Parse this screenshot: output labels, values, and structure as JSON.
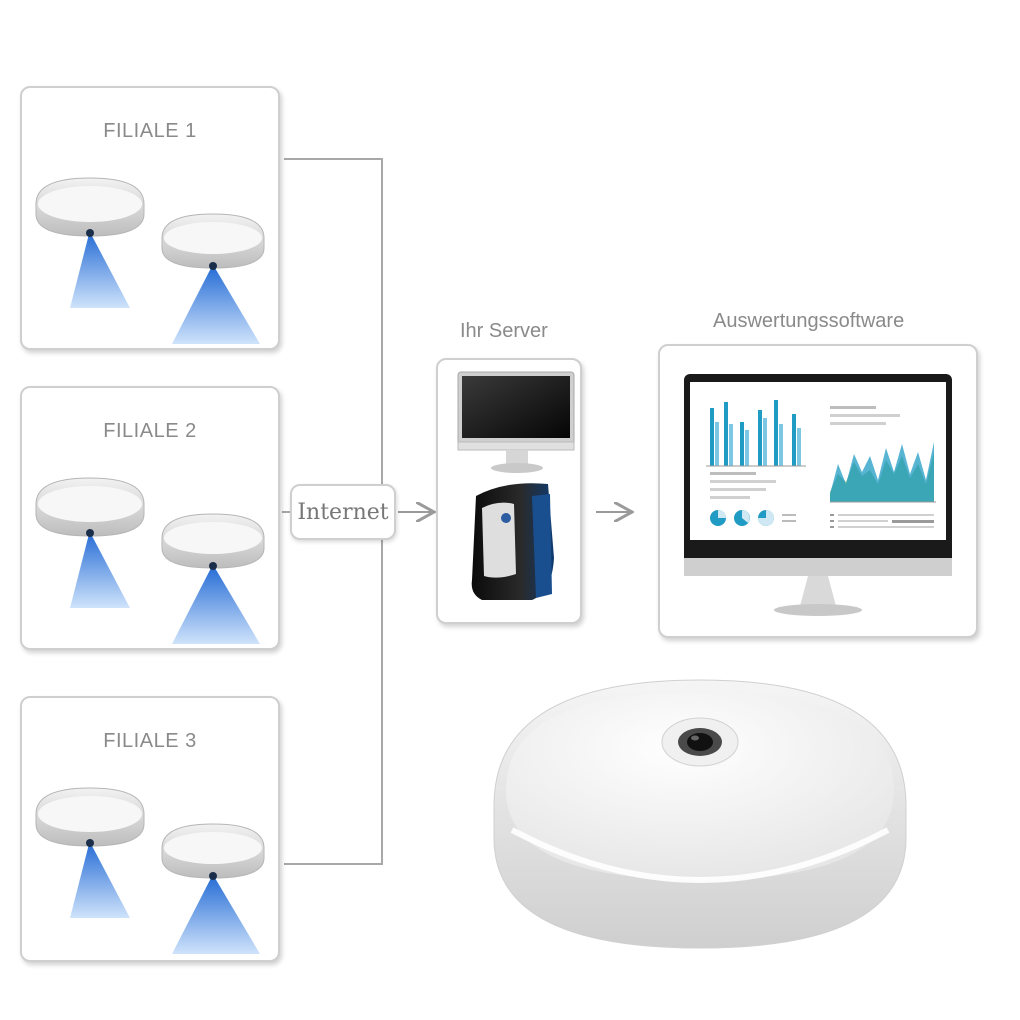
{
  "branches": [
    {
      "title": "FILIALE 1"
    },
    {
      "title": "FILIALE 2"
    },
    {
      "title": "FILIALE 3"
    }
  ],
  "internet": {
    "label": "Internet"
  },
  "server": {
    "label": "Ihr Server"
  },
  "software": {
    "label": "Auswertungssoftware"
  },
  "colors": {
    "beam": "#3d86e0",
    "frame": "#cfcfcf",
    "bar": "#1f9bc4",
    "bar_light": "#7cc8e4",
    "area_green": "#8fc98a"
  }
}
